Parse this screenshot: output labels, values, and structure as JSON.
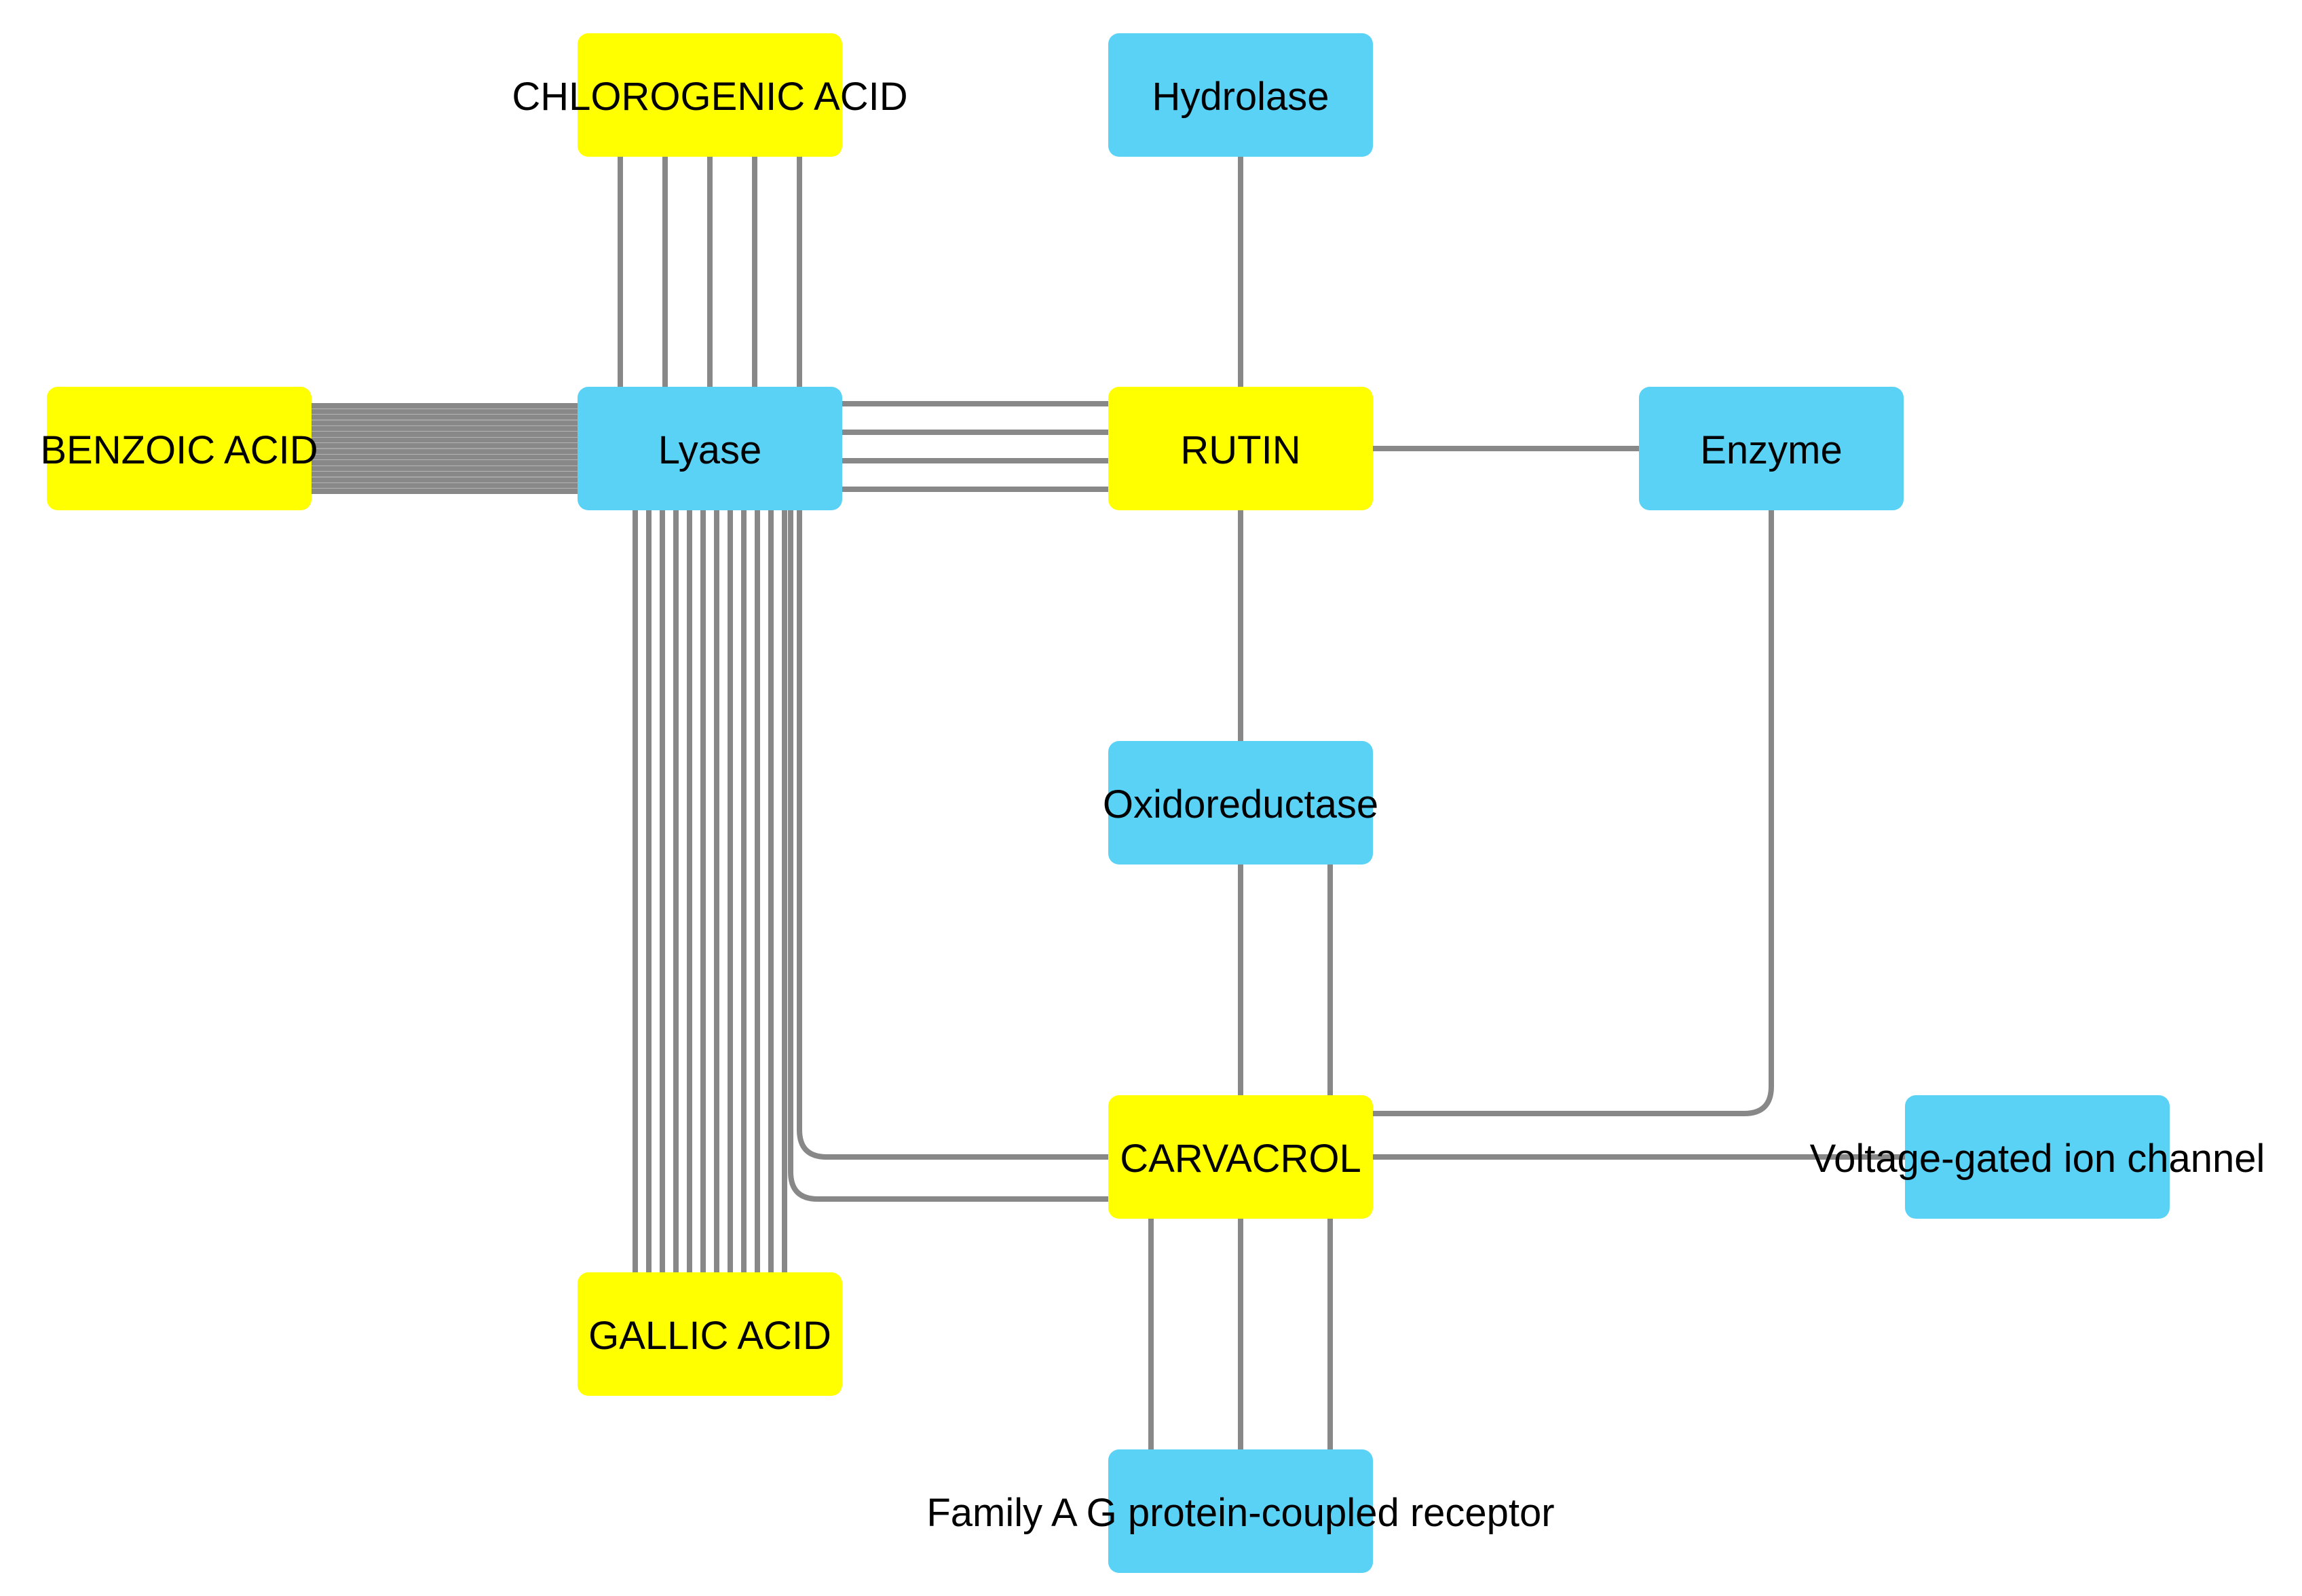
{
  "colors": {
    "compound_node": "#ffff00",
    "target_node": "#59d2f6",
    "edge": "#888888",
    "label": "#000000"
  },
  "nodes": {
    "chlorogenic_acid": {
      "label": "CHLOROGENIC ACID",
      "kind": "compound"
    },
    "benzoic_acid": {
      "label": "BENZOIC ACID",
      "kind": "compound"
    },
    "gallic_acid": {
      "label": "GALLIC ACID",
      "kind": "compound"
    },
    "rutin": {
      "label": "RUTIN",
      "kind": "compound"
    },
    "carvacrol": {
      "label": "CARVACROL",
      "kind": "compound"
    },
    "hydrolase": {
      "label": "Hydrolase",
      "kind": "target"
    },
    "lyase": {
      "label": "Lyase",
      "kind": "target"
    },
    "enzyme": {
      "label": "Enzyme",
      "kind": "target"
    },
    "oxidoreductase": {
      "label": "Oxidoreductase",
      "kind": "target"
    },
    "voltage_gated": {
      "label": "Voltage-gated ion channel",
      "kind": "target"
    },
    "gpcr": {
      "label": "Family A G protein-coupled receptor",
      "kind": "target"
    }
  },
  "edges": [
    {
      "source": "chlorogenic_acid",
      "target": "lyase",
      "count": 5
    },
    {
      "source": "benzoic_acid",
      "target": "lyase",
      "count": 16
    },
    {
      "source": "gallic_acid",
      "target": "lyase",
      "count": 12
    },
    {
      "source": "rutin",
      "target": "lyase",
      "count": 4
    },
    {
      "source": "rutin",
      "target": "hydrolase",
      "count": 1
    },
    {
      "source": "rutin",
      "target": "enzyme",
      "count": 1
    },
    {
      "source": "rutin",
      "target": "oxidoreductase",
      "count": 1
    },
    {
      "source": "carvacrol",
      "target": "lyase",
      "count": 2
    },
    {
      "source": "carvacrol",
      "target": "oxidoreductase",
      "count": 2
    },
    {
      "source": "carvacrol",
      "target": "enzyme",
      "count": 1
    },
    {
      "source": "carvacrol",
      "target": "voltage_gated",
      "count": 1
    },
    {
      "source": "carvacrol",
      "target": "gpcr",
      "count": 3
    }
  ]
}
